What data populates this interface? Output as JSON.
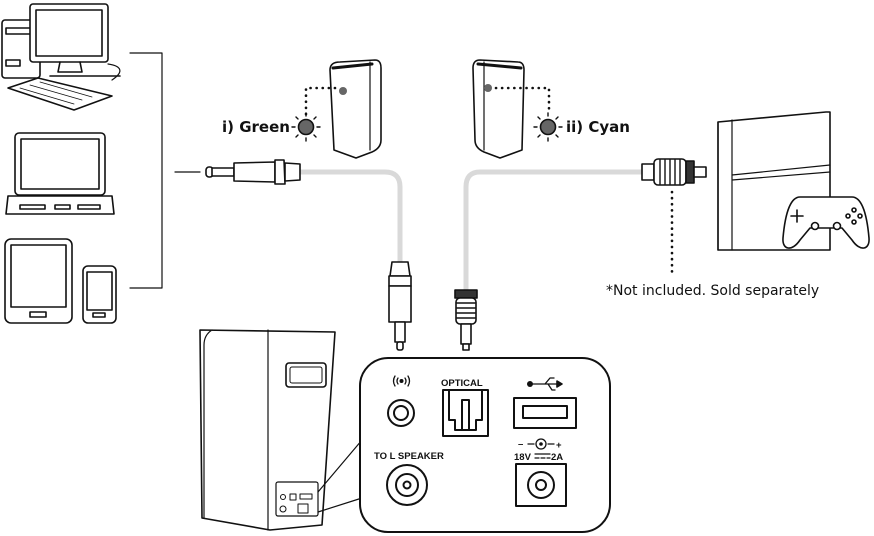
{
  "labels": {
    "left_speaker_light": "i) Green",
    "right_speaker_light": "ii) Cyan",
    "note": "*Not included. Sold separately"
  },
  "panel": {
    "optical": "OPTICAL",
    "to_l_speaker": "TO L SPEAKER",
    "power_polarity_minus": "–",
    "power_polarity_plus": "+",
    "power_voltage": "18V",
    "power_current": "2A"
  },
  "colors": {
    "cable": "#d9d9d9",
    "led": "#666666",
    "outline": "#111111"
  },
  "icons": [
    "desktop-computer-icon",
    "laptop-icon",
    "tablet-icon",
    "phone-icon",
    "aux-jack-plug-icon",
    "optical-plug-icon",
    "game-console-icon",
    "gamepad-icon",
    "speaker-icon",
    "led-icon",
    "aux-port-icon",
    "usb-icon",
    "dc-power-icon"
  ]
}
